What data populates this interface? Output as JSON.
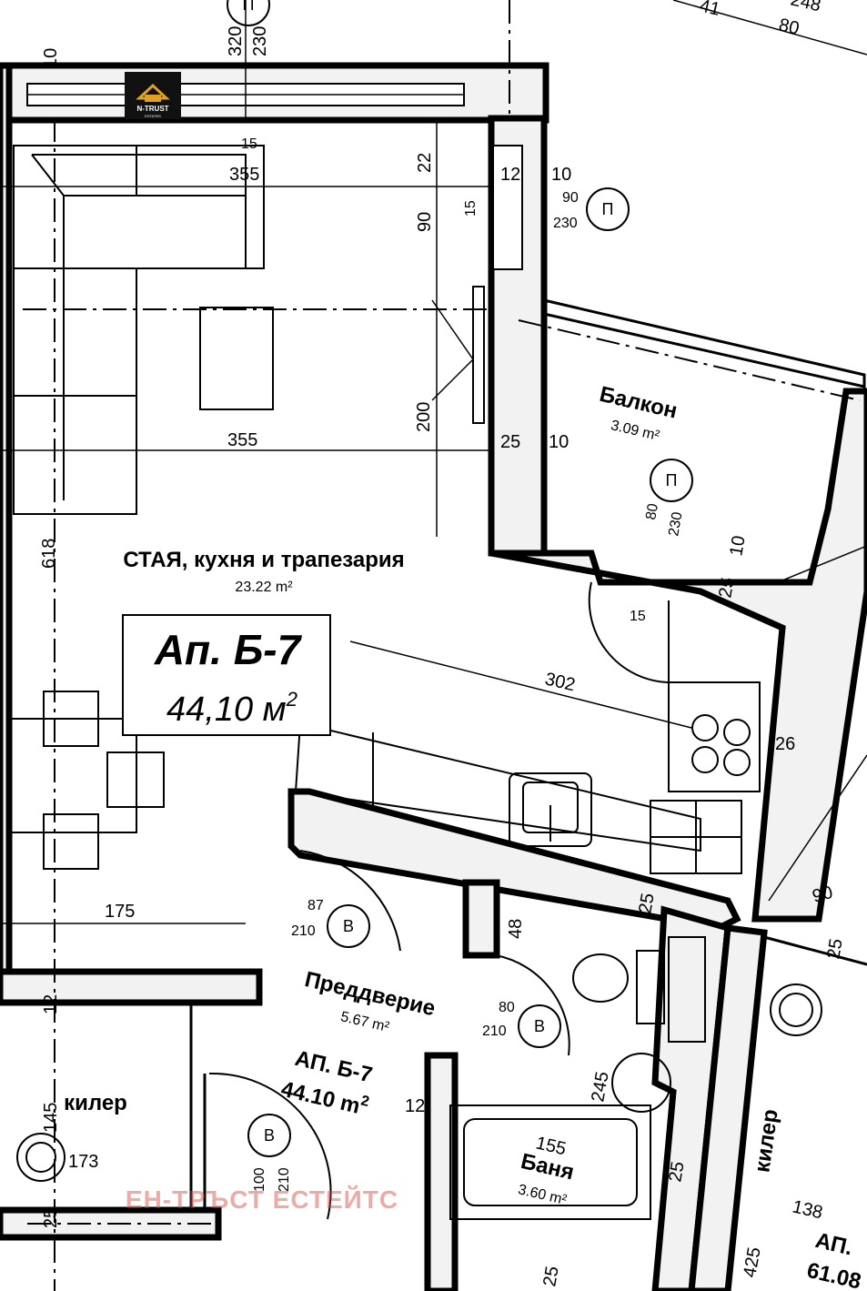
{
  "brand": {
    "name": "N-TRUST",
    "sub": "ESTATES"
  },
  "watermark": "ЕН-ТРЪСТ ЕСТЕЙТС",
  "apartment_box": {
    "title": "Ап. Б-7",
    "area": "44,10 м",
    "sup": "2"
  },
  "apartment_label": {
    "title": "АП. Б-7",
    "area": "44.10 m",
    "sup": "2"
  },
  "neighbor_label": {
    "title": "АП.",
    "area": "61.08"
  },
  "rooms": {
    "living": {
      "name": "СТАЯ, кухня и трапезария",
      "area": "23.22 m²"
    },
    "balcony": {
      "name": "Балкон",
      "area": "3.09 m²"
    },
    "hall": {
      "name": "Преддверие",
      "area": "5.67 m²"
    },
    "bath": {
      "name": "Баня",
      "area": "3.60 m²"
    },
    "closet": {
      "name": "килер"
    },
    "closet_right": {
      "name": "килер"
    }
  },
  "markers": {
    "p": "П",
    "v": "В"
  },
  "dims": {
    "d320": "320",
    "d230": "230",
    "d10a": "10",
    "d41": "41",
    "d80top": "80",
    "d248": "248",
    "d15a": "15",
    "d355a": "355",
    "d22": "22",
    "d90a": "90",
    "d12a": "12",
    "d10b": "10",
    "d15b": "15",
    "d90b": "90",
    "d230b": "230",
    "d200": "200",
    "d355b": "355",
    "d25a": "25",
    "d10c": "10",
    "d618": "618",
    "d80b": "80",
    "d230c": "230",
    "d10d": "10",
    "d25b": "25",
    "d15c": "15",
    "d302": "302",
    "d26": "26",
    "d175": "175",
    "d87": "87",
    "d210a": "210",
    "d48": "48",
    "d25c": "25",
    "d90c": "90",
    "d25d": "25",
    "d12b": "12",
    "d80c": "80",
    "d210b": "210",
    "d245": "245",
    "d12c": "12",
    "d145": "145",
    "d173": "173",
    "d155": "155",
    "d100": "100",
    "d210c": "210",
    "d25e": "25",
    "d138": "138",
    "d425": "425",
    "d25f": "25",
    "d25g": "25"
  }
}
